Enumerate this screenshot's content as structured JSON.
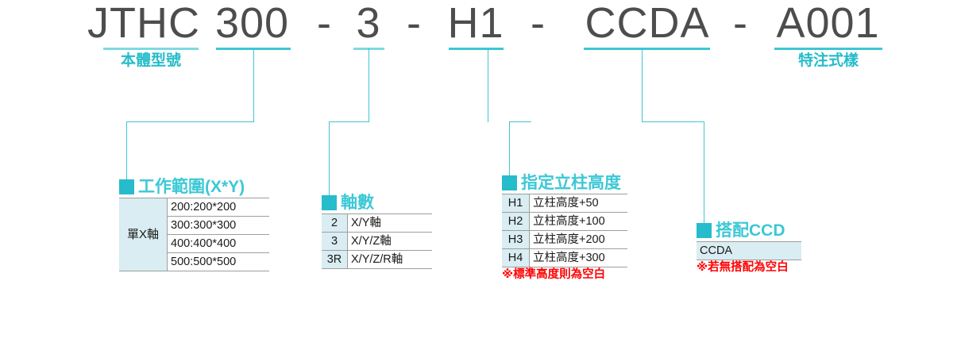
{
  "model_code": {
    "segments": [
      {
        "text": "JTHC",
        "caption": "本體型號"
      },
      {
        "text": "300",
        "caption": ""
      },
      {
        "text": "3",
        "caption": ""
      },
      {
        "text": "H1",
        "caption": ""
      },
      {
        "text": "CCDA",
        "caption": ""
      },
      {
        "text": "A001",
        "caption": "特注式樣"
      }
    ],
    "separator": "-"
  },
  "colors": {
    "accent": "#26bccb",
    "accent_line": "#3ec6d2",
    "code_text": "#4d4d4d",
    "cell_key_bg": "#d9edf2",
    "note_red": "#ff0000"
  },
  "groups": [
    {
      "title": "工作範圍(X*Y)",
      "key_label": "單X軸",
      "rows": [
        {
          "key": "單X軸",
          "value": "200:200*200"
        },
        {
          "key": "",
          "value": "300:300*300"
        },
        {
          "key": "",
          "value": "400:400*400"
        },
        {
          "key": "",
          "value": "500:500*500"
        }
      ],
      "note": ""
    },
    {
      "title": "軸數",
      "rows": [
        {
          "key": "2",
          "value": "X/Y軸"
        },
        {
          "key": "3",
          "value": "X/Y/Z軸"
        },
        {
          "key": "3R",
          "value": "X/Y/Z/R軸"
        }
      ],
      "note": ""
    },
    {
      "title": "指定立柱高度",
      "rows": [
        {
          "key": "H1",
          "value": "立柱高度+50"
        },
        {
          "key": "H2",
          "value": "立柱高度+100"
        },
        {
          "key": "H3",
          "value": "立柱高度+200"
        },
        {
          "key": "H4",
          "value": "立柱高度+300"
        }
      ],
      "note": "※標準高度則為空白"
    },
    {
      "title": "搭配CCD",
      "rows": [
        {
          "key": "",
          "value": "CCDA"
        }
      ],
      "note": "※若無搭配為空白"
    }
  ]
}
